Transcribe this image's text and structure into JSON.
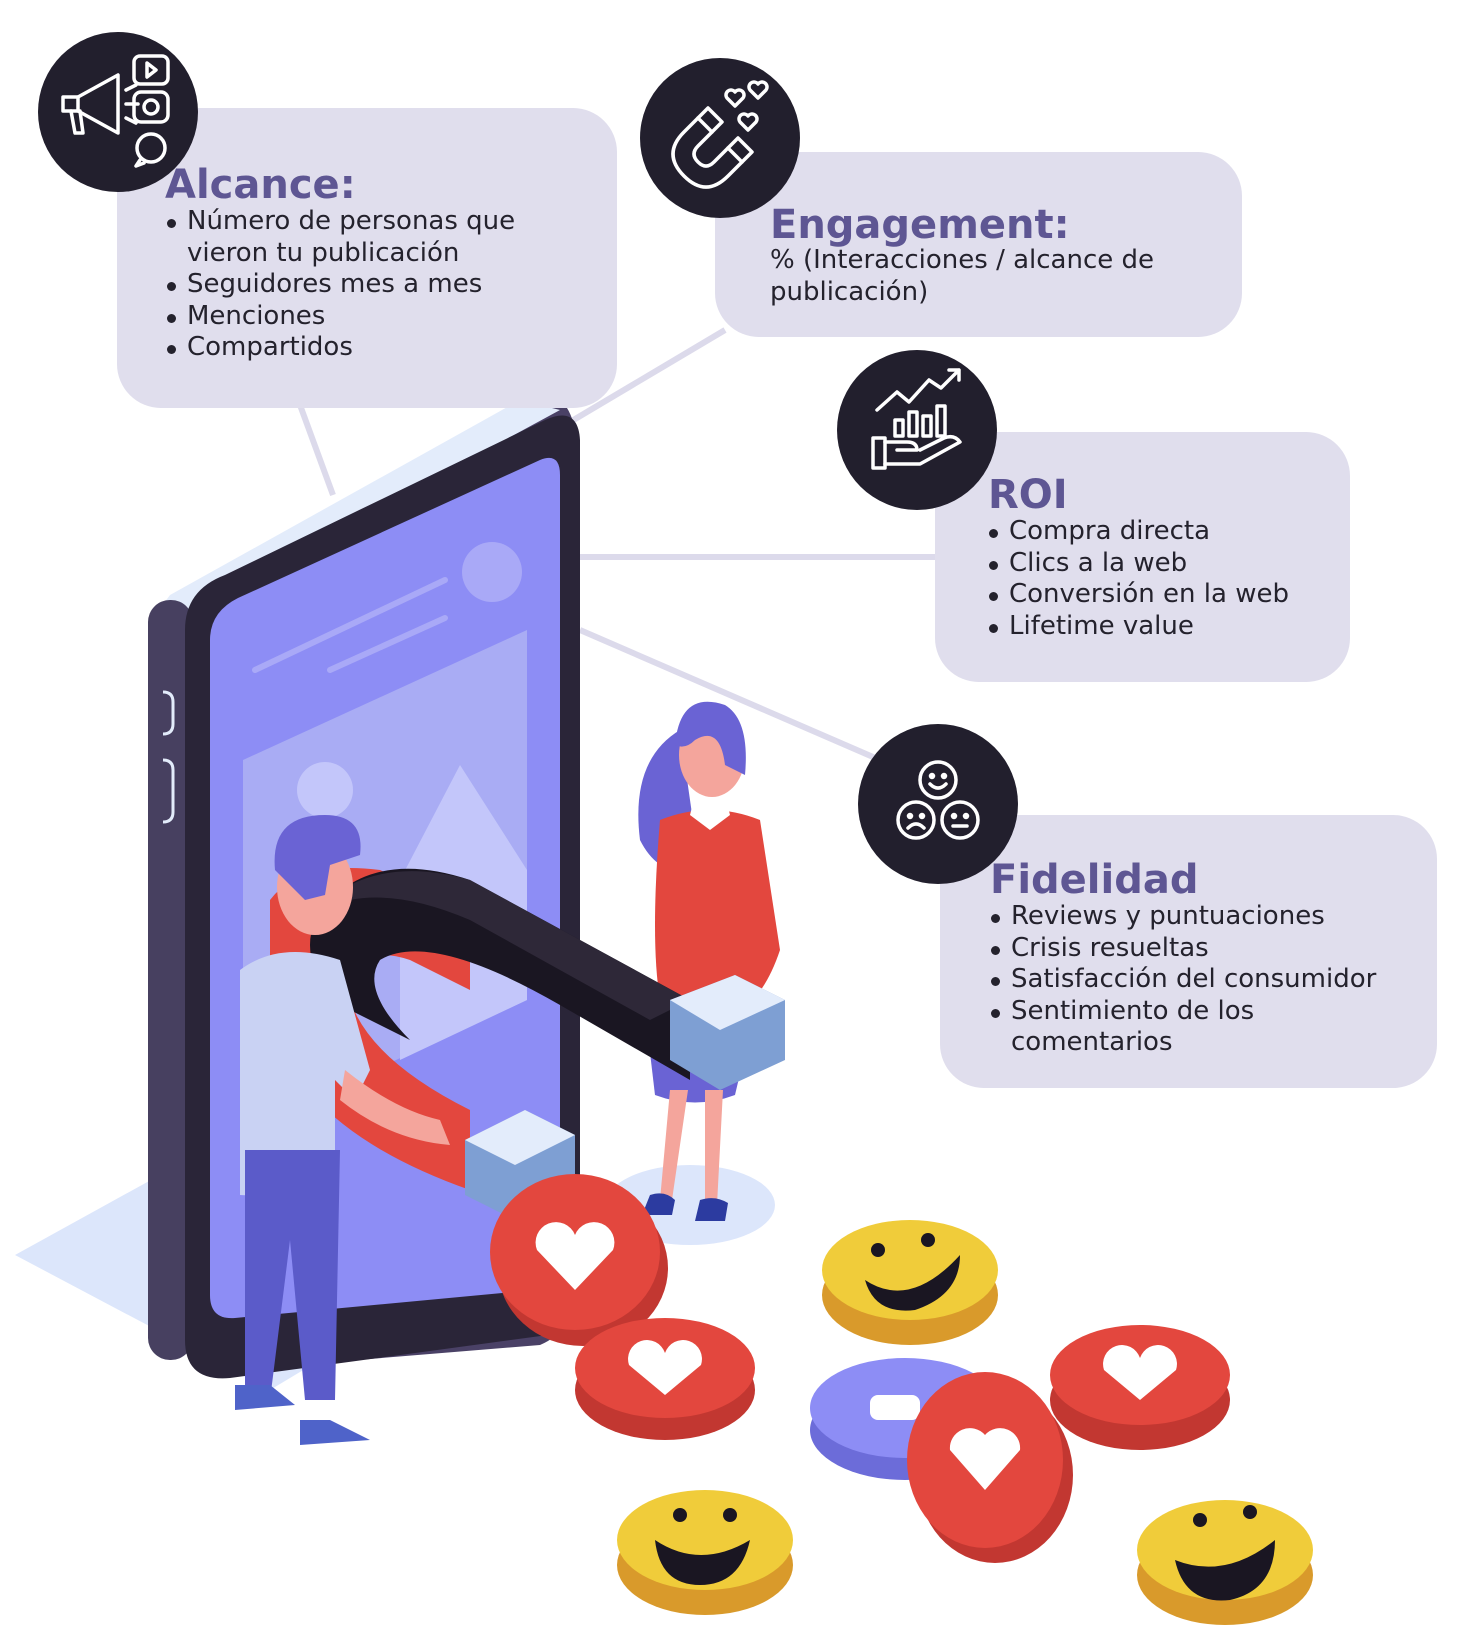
{
  "cards": {
    "alcance": {
      "title": "Alcance:",
      "items": [
        "Número de personas que vieron tu publicación",
        "Seguidores mes a mes",
        "Menciones",
        "Compartidos"
      ]
    },
    "engagement": {
      "title": "Engagement:",
      "text": "% (Interacciones / alcance de publicación)"
    },
    "roi": {
      "title": "ROI",
      "items": [
        "Compra directa",
        "Clics a la web",
        "Conversión en la web",
        "Lifetime value"
      ]
    },
    "fidelidad": {
      "title": "Fidelidad",
      "items": [
        "Reviews y puntuaciones",
        "Crisis resueltas",
        "Satisfacción del consumidor",
        "Sentimiento de los comentarios"
      ]
    }
  },
  "icons": {
    "alcance": "megaphone-social-icon",
    "engagement": "magnet-hearts-icon",
    "roi": "growth-chart-hand-icon",
    "fidelidad": "emoji-faces-icon"
  },
  "colors": {
    "card_bg": "#e0deed",
    "title": "#5e5693",
    "badge": "#221f2d",
    "heart_red": "#e3473e",
    "emoji_yellow": "#f0cc3a",
    "phone_screen": "#8d8df5"
  }
}
